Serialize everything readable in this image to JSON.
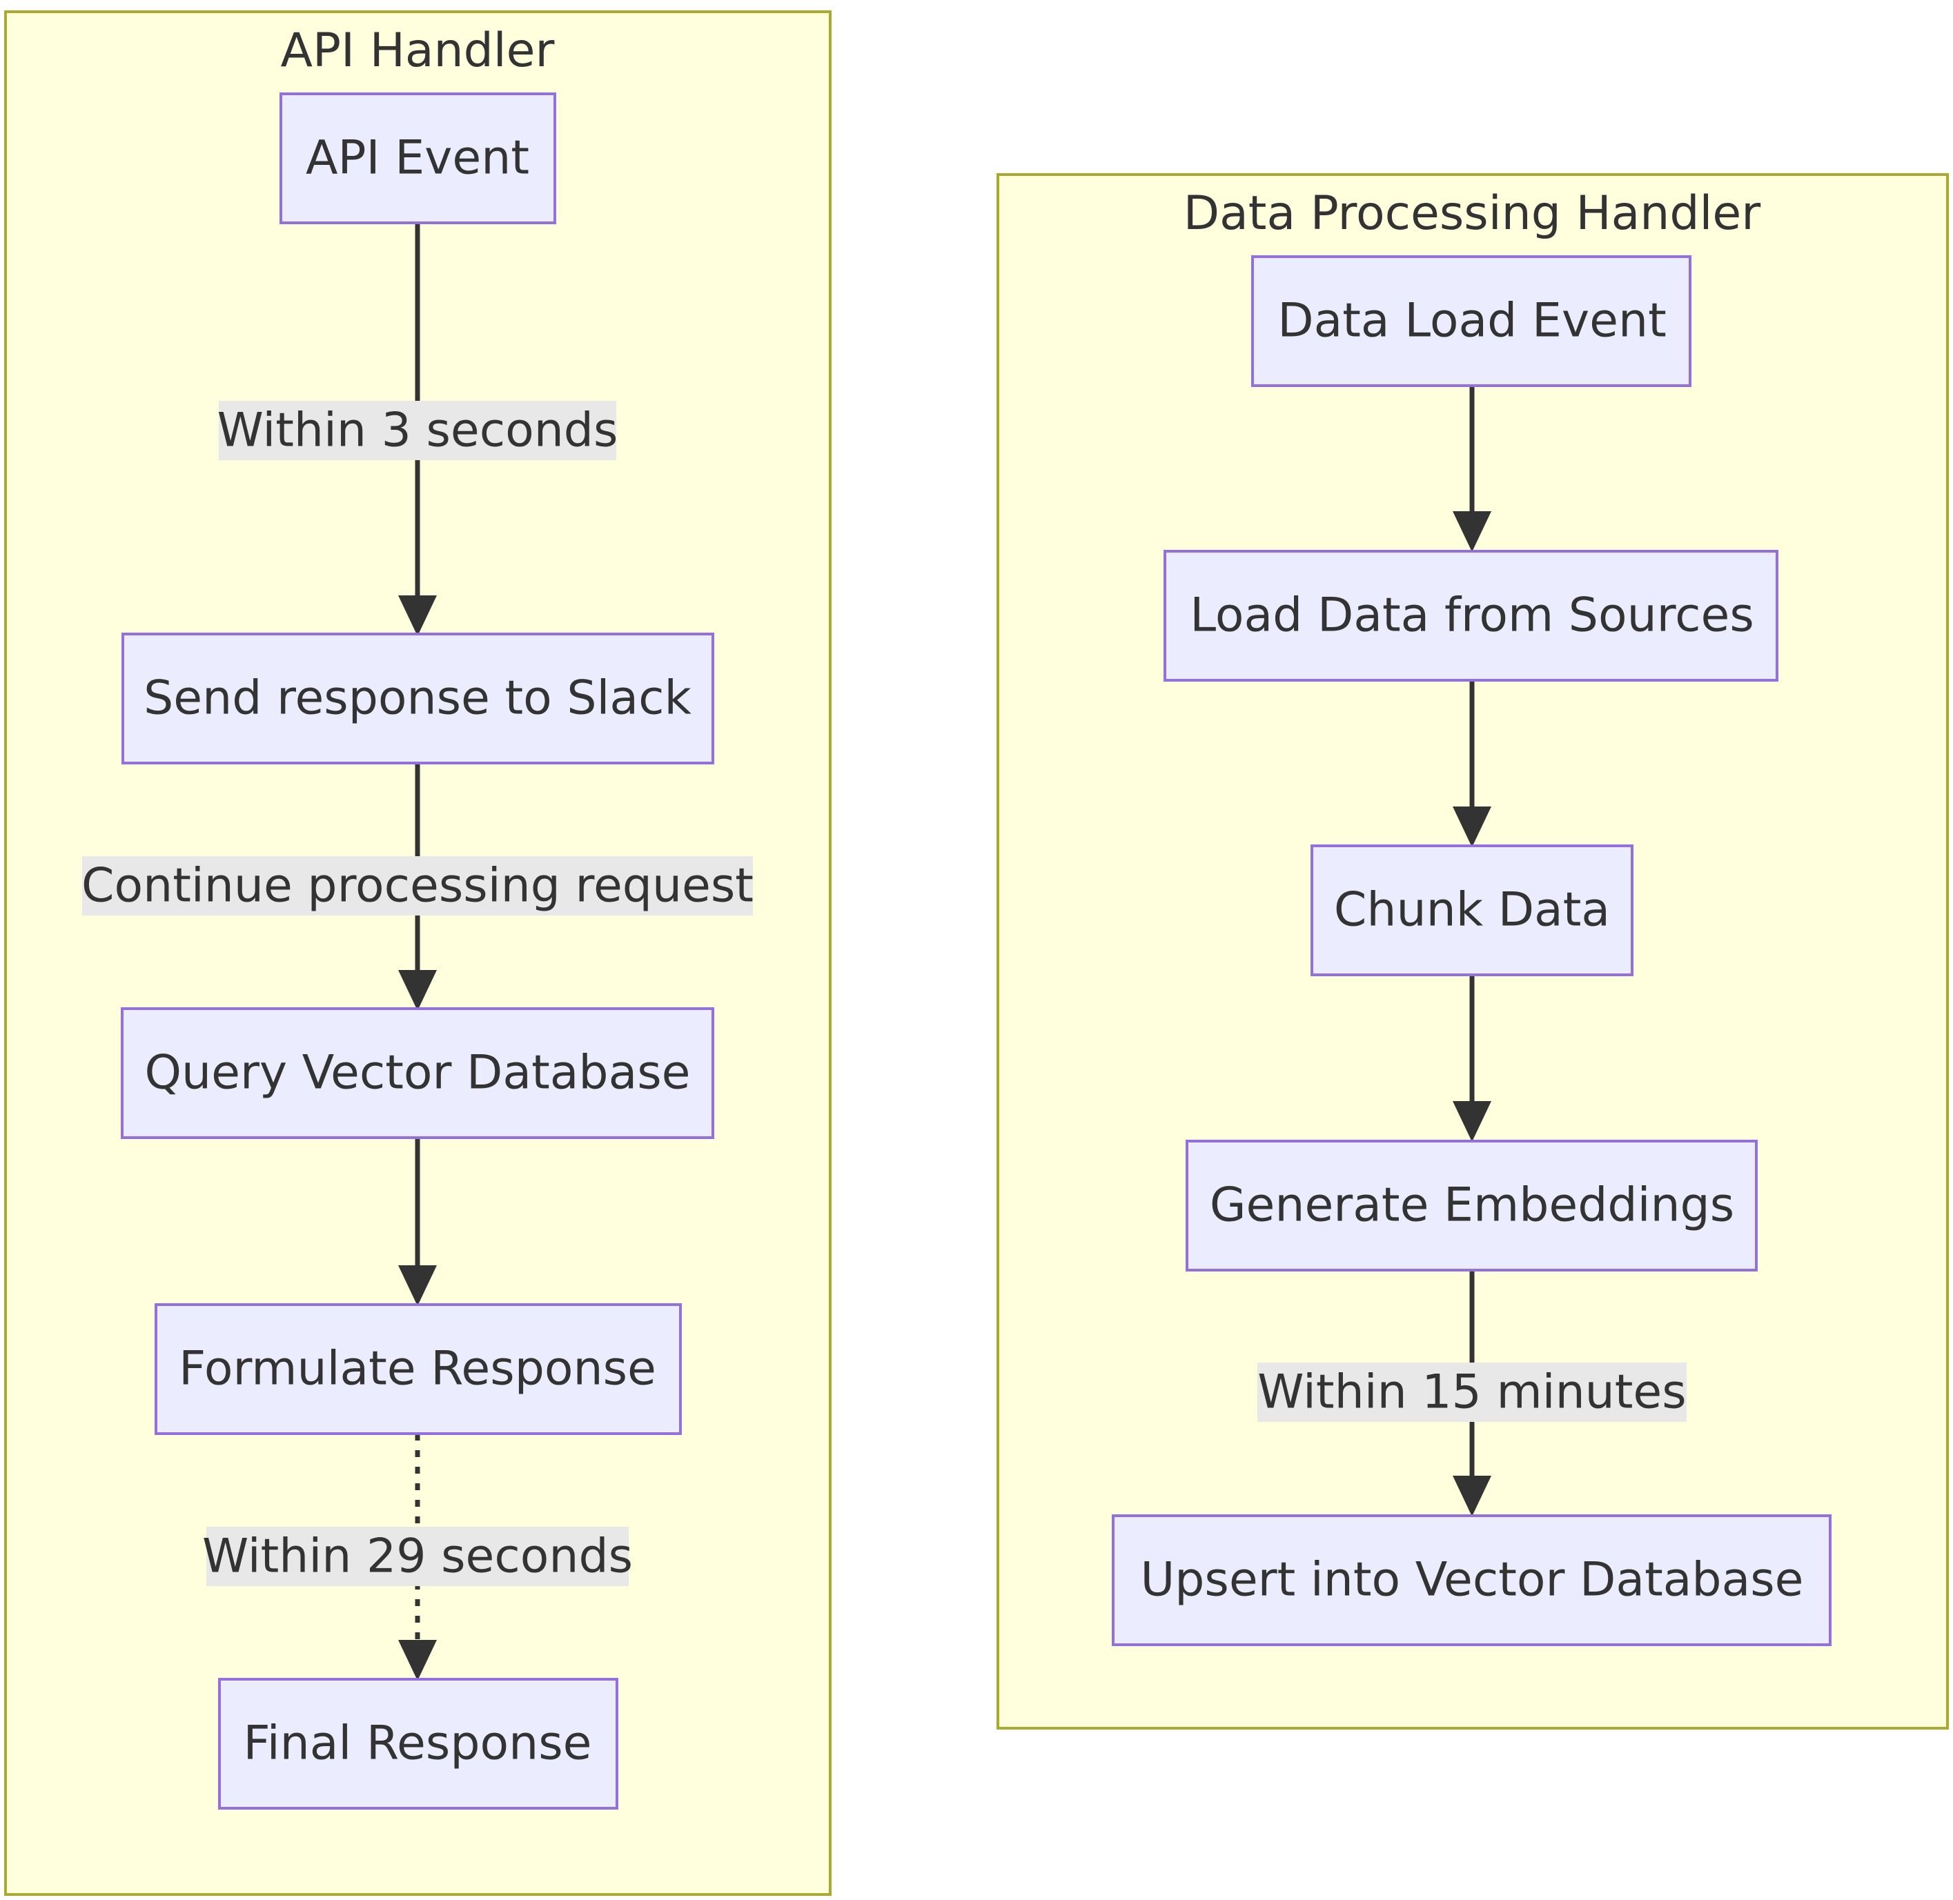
{
  "clusters": {
    "api": {
      "title": "API Handler"
    },
    "data": {
      "title": "Data Processing Handler"
    }
  },
  "nodes": {
    "api_event": "API Event",
    "send_slack": "Send response to Slack",
    "query_vector": "Query Vector Database",
    "formulate": "Formulate Response",
    "final_response": "Final Response",
    "data_load_event": "Data Load Event",
    "load_data": "Load Data from Sources",
    "chunk_data": "Chunk Data",
    "generate_embeddings": "Generate Embeddings",
    "upsert": "Upsert into Vector Database"
  },
  "edge_labels": {
    "within_3s": "Within 3 seconds",
    "continue": "Continue processing request",
    "within_29s": "Within 29 seconds",
    "within_15m": "Within 15 minutes"
  },
  "colors": {
    "cluster_fill": "#ffffde",
    "cluster_stroke": "#aaaa33",
    "node_fill": "#ececff",
    "node_stroke": "#9370db",
    "edge": "#333333",
    "label_bg": "#e8e8e8"
  }
}
